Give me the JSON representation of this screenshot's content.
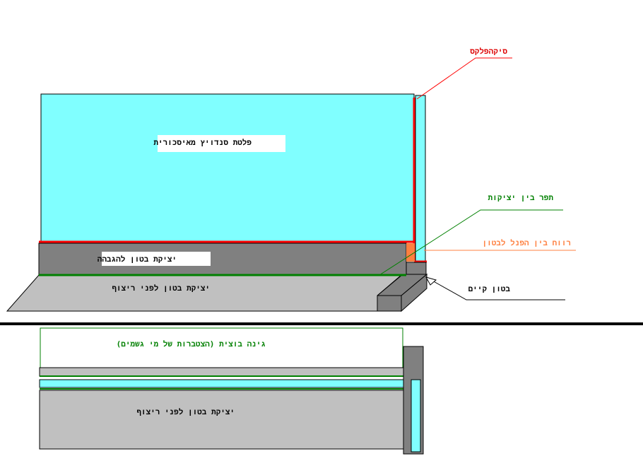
{
  "labels": {
    "sikaflex": "סיקהפלקס",
    "sandwich_panel": "פלטת סנדויץ מאיסכורית",
    "joint": "תפר בין יציקות",
    "gap": "רווח בין הפנל לבטון",
    "raise_concrete": "יציקת בטון להגבהה",
    "existing_concrete": "בטון קיים",
    "concrete_before_tiling": "יציקת בטון לפני ריצוף",
    "roof_gutter": "גינה בוצית (הצטברות של  מי גשמים)",
    "concrete_before_tiling_2": "יציקת בטון לפני ריצוף"
  },
  "colors": {
    "panel": "#80ffff",
    "concrete_dark": "#808080",
    "concrete_light": "#c0c0c0",
    "sikaflex_red": "#ff0000",
    "joint_green": "#008000",
    "gap_orange": "#ff8040",
    "label_red": "#dd0000",
    "label_green": "#008000",
    "label_orange": "#ff8040",
    "label_black": "#000000"
  }
}
